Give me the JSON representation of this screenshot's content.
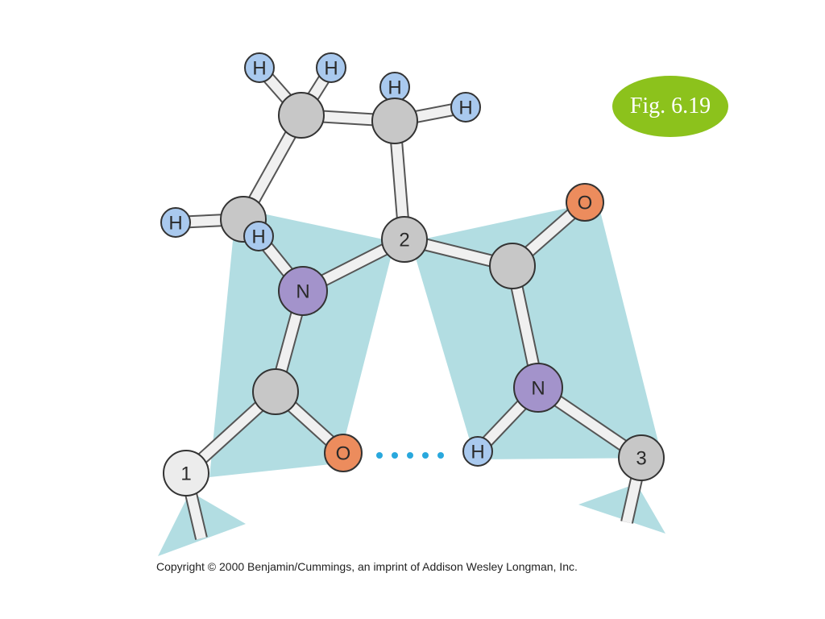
{
  "figure_label": "Fig. 6.19",
  "copyright": "Copyright © 2000 Benjamin/Cummings, an imprint of Addison Wesley Longman, Inc.",
  "colors": {
    "plane": "#b2dde2",
    "bond": "#f0f0f0",
    "carbon": "#c7c7c7",
    "alpha_carbon": "#ececec",
    "hydrogen": "#a9c9ee",
    "nitrogen": "#a393cb",
    "oxygen": "#ec8c5d",
    "hbond_dots": "#29a8dd",
    "badge": "#8cc21c"
  },
  "atoms": {
    "h_top_1": "H",
    "h_top_2": "H",
    "h_top_3": "H",
    "h_ring_right": "H",
    "h_left": "H",
    "h_on_n": "H",
    "n_left": "N",
    "alpha_c_2": "2",
    "o_top_right": "O",
    "n_right": "N",
    "alpha_c_1": "1",
    "o_bottom": "O",
    "h_bottom": "H",
    "alpha_c_3": "3"
  }
}
